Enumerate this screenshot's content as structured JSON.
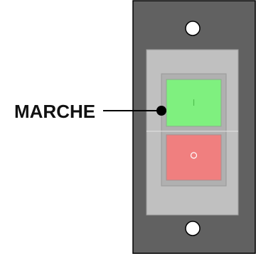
{
  "callout": {
    "label": "MARCHE",
    "target": "start-button"
  },
  "switch": {
    "start_button": {
      "symbol": "I",
      "color": "#7ff07f",
      "symbol_color": "#4fc04f"
    },
    "stop_button": {
      "symbol": "O",
      "color": "#f07f7f",
      "symbol_color": "#ffffff"
    },
    "plate_color": "#616161",
    "housing_color": "#c0c0c0",
    "inner_color": "#b0b0b0",
    "mounting_holes": 2
  }
}
